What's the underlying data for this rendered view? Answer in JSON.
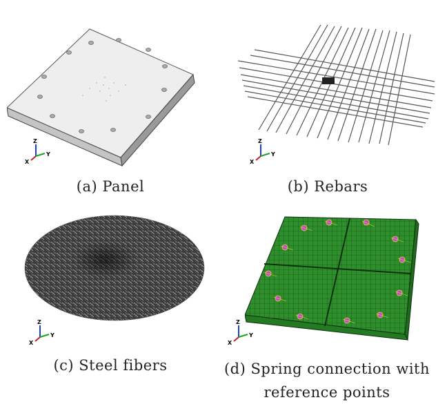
{
  "panels": [
    {
      "id": "a",
      "caption": "(a) Panel"
    },
    {
      "id": "b",
      "caption": "(b) Rebars"
    },
    {
      "id": "c",
      "caption": "(c) Steel fibers"
    },
    {
      "id": "d",
      "caption_line1": "(d) Spring connection with",
      "caption_line2": "reference points"
    }
  ],
  "triad": {
    "z": "Z",
    "y": "Y",
    "x": "X"
  },
  "colors": {
    "panel_face": "#e9e9e9",
    "mesh_green": "#2e8f2c",
    "fiber_black": "#111111"
  }
}
